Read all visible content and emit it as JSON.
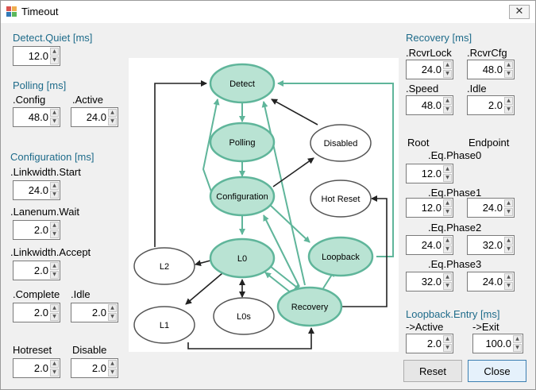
{
  "window": {
    "title": "Timeout",
    "close_glyph": "✕"
  },
  "detect": {
    "header": "Detect.Quiet [ms]",
    "quiet": "12.0"
  },
  "polling": {
    "header": "Polling [ms]",
    "config_label": ".Config",
    "config": "48.0",
    "active_label": ".Active",
    "active": "24.0"
  },
  "configuration": {
    "header": "Configuration [ms]",
    "linkwidth_start_label": ".Linkwidth.Start",
    "linkwidth_start": "24.0",
    "lanenum_wait_label": ".Lanenum.Wait",
    "lanenum_wait": "2.0",
    "linkwidth_accept_label": ".Linkwidth.Accept",
    "linkwidth_accept": "2.0",
    "complete_label": ".Complete",
    "complete": "2.0",
    "idle_label": ".Idle",
    "idle": "2.0"
  },
  "hotreset": {
    "label": "Hotreset",
    "value": "2.0"
  },
  "disable": {
    "label": "Disable",
    "value": "2.0"
  },
  "recovery": {
    "header": "Recovery [ms]",
    "rcvrlock_label": ".RcvrLock",
    "rcvrlock": "24.0",
    "rcvrcfg_label": ".RcvrCfg",
    "rcvrcfg": "48.0",
    "speed_label": ".Speed",
    "speed": "48.0",
    "idle_label": ".Idle",
    "idle": "2.0"
  },
  "equalization": {
    "root_label": "Root",
    "endpoint_label": "Endpoint",
    "phase0_label": ".Eq.Phase0",
    "phase0_root": "12.0",
    "phase1_label": ".Eq.Phase1",
    "phase1_root": "12.0",
    "phase1_endpoint": "24.0",
    "phase2_label": ".Eq.Phase2",
    "phase2_root": "24.0",
    "phase2_endpoint": "32.0",
    "phase3_label": ".Eq.Phase3",
    "phase3_root": "32.0",
    "phase3_endpoint": "24.0"
  },
  "loopback": {
    "header": "Loopback.Entry [ms]",
    "active_label": "->Active",
    "active": "2.0",
    "exit_label": "->Exit",
    "exit": "100.0"
  },
  "buttons": {
    "reset": "Reset",
    "close": "Close"
  },
  "diagram": {
    "states": {
      "detect": "Detect",
      "polling": "Polling",
      "configuration": "Configuration",
      "l0": "L0",
      "l0s": "L0s",
      "l1": "L1",
      "l2": "L2",
      "recovery": "Recovery",
      "loopback": "Loopback",
      "disabled": "Disabled",
      "hot_reset": "Hot Reset"
    },
    "colors": {
      "active_fill": "#b9e3d3",
      "active_stroke": "#5fb59a",
      "idle_stroke": "#555555",
      "arrow": "#222222"
    }
  }
}
